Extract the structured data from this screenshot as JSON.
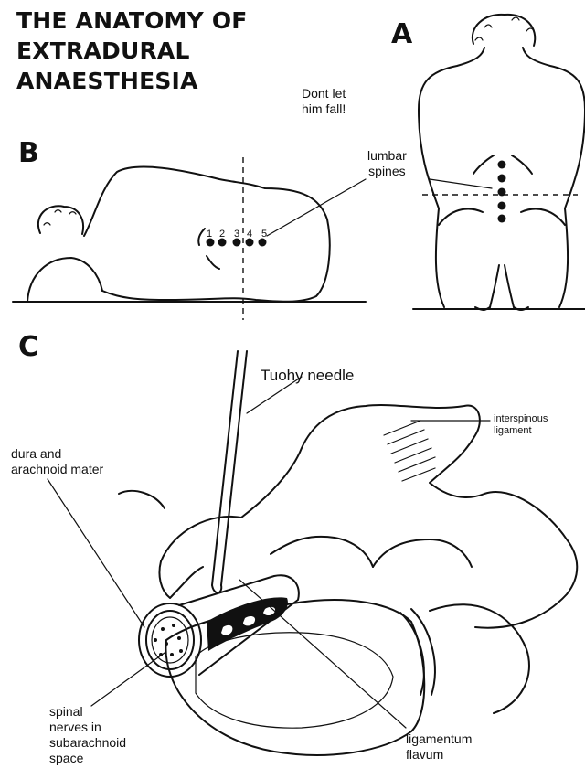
{
  "title": [
    "THE ANATOMY OF",
    "EXTRADURAL",
    "ANAESTHESIA"
  ],
  "panels": {
    "a": "A",
    "b": "B",
    "c": "C"
  },
  "notes": {
    "warning": [
      "Dont let",
      "him fall!"
    ]
  },
  "panel_b": {
    "spine_numbers": [
      "1",
      "2",
      "3",
      "4",
      "5"
    ]
  },
  "labels": {
    "lumbar_spines": [
      "lumbar",
      "spines"
    ],
    "tuohy_needle": "Tuohy needle",
    "interspinous": [
      "interspinous",
      "ligament"
    ],
    "dura": [
      "dura and",
      "arachnoid mater"
    ],
    "spinal_nerves": [
      "spinal",
      "nerves in",
      "subarachnoid",
      "space"
    ],
    "ligamentum": [
      "ligamentum",
      "flavum"
    ]
  }
}
